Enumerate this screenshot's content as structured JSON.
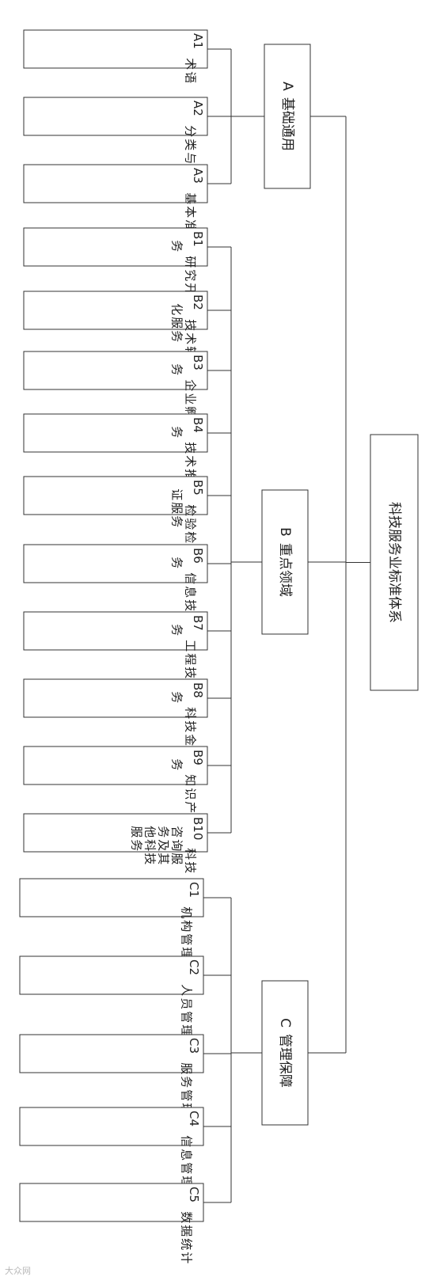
{
  "root": {
    "text": "科技服务业标准体系"
  },
  "categories": [
    {
      "code": "A",
      "name": "基础通用",
      "items": [
        {
          "code": "A1",
          "name": "术语"
        },
        {
          "code": "A2",
          "name": "分类与编码"
        },
        {
          "code": "A3",
          "name": "基本准则"
        }
      ]
    },
    {
      "code": "B",
      "name": "重点领域",
      "items": [
        {
          "code": "B1",
          "name": "研究开发服务"
        },
        {
          "code": "B2",
          "name": "技术转移转化服务"
        },
        {
          "code": "B3",
          "name": "企业孵化服务"
        },
        {
          "code": "B4",
          "name": "技术推广服务"
        },
        {
          "code": "B5",
          "name": "检验检测认证服务"
        },
        {
          "code": "B6",
          "name": "信息技术服务"
        },
        {
          "code": "B7",
          "name": "工程技术服务"
        },
        {
          "code": "B8",
          "name": "科技金融服务"
        },
        {
          "code": "B9",
          "name": "知识产权服务"
        },
        {
          "code": "B10",
          "name": "科技咨询服务及其他科技服务"
        }
      ]
    },
    {
      "code": "C",
      "name": "管理保障",
      "items": [
        {
          "code": "C1",
          "name": "机构管理"
        },
        {
          "code": "C2",
          "name": "人员管理"
        },
        {
          "code": "C3",
          "name": "服务管理"
        },
        {
          "code": "C4",
          "name": "信息管理"
        },
        {
          "code": "C5",
          "name": "数据统计"
        }
      ]
    }
  ],
  "watermark": {
    "text": "大众网"
  }
}
